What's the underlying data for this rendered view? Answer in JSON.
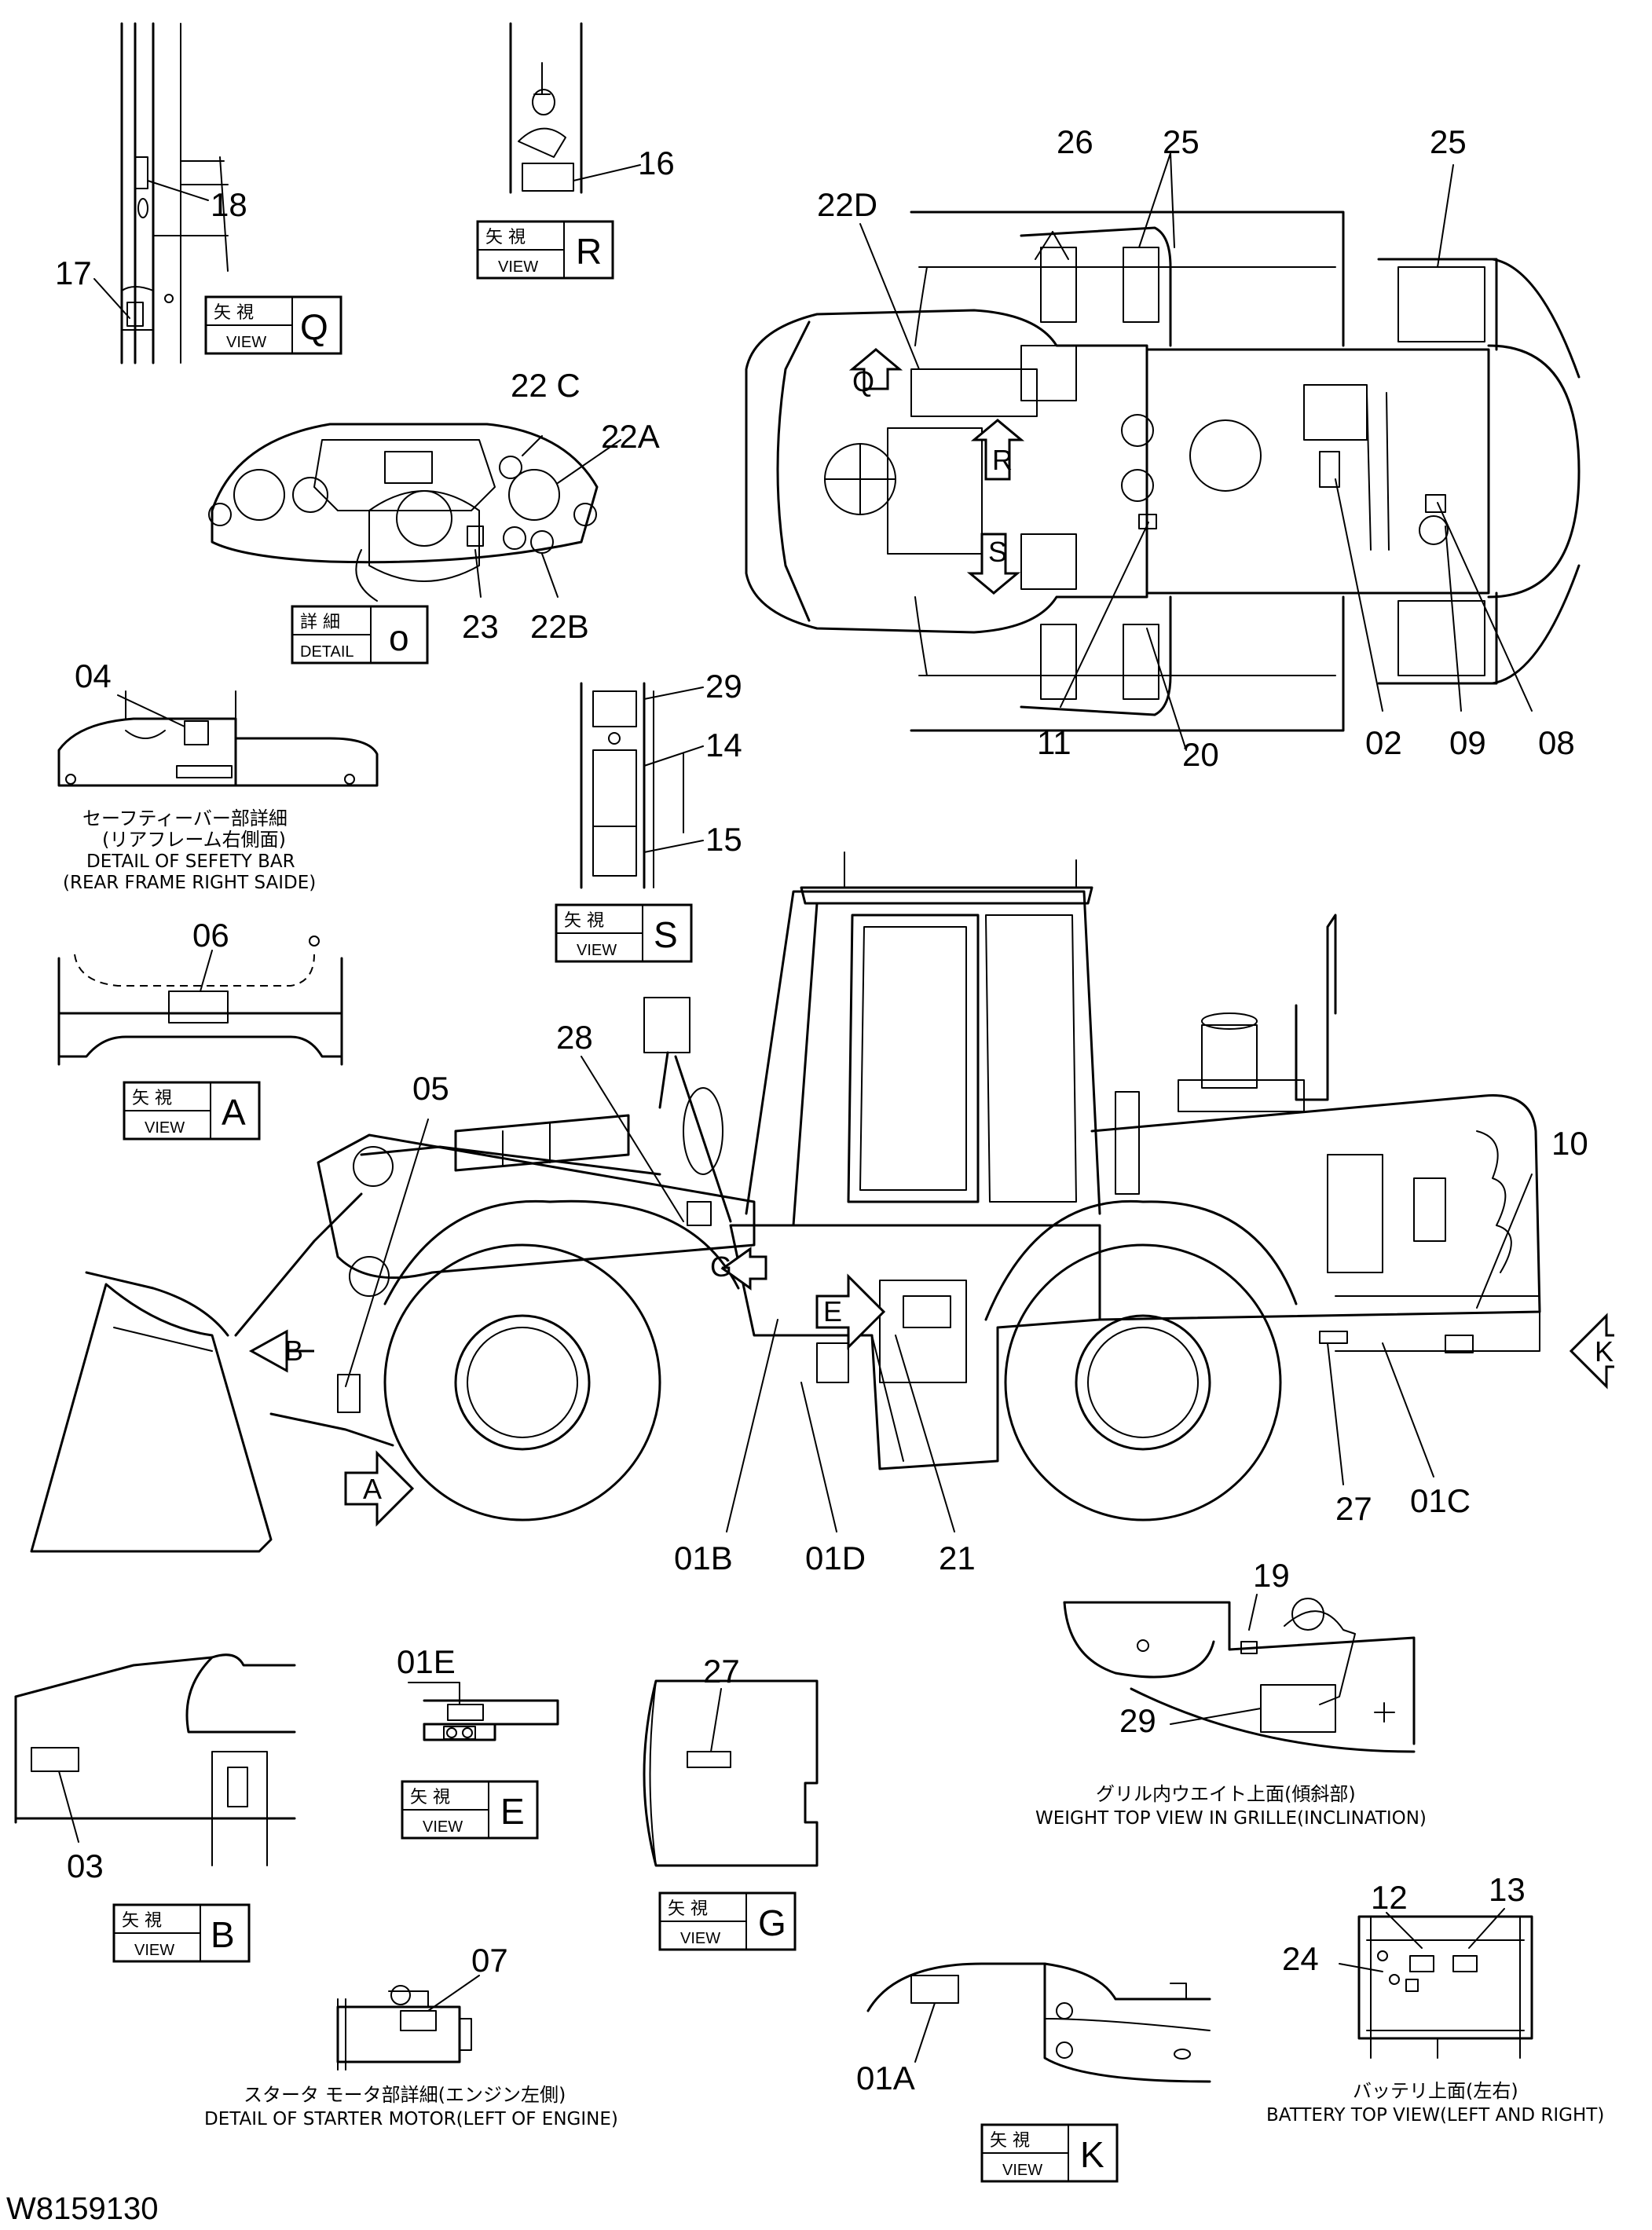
{
  "document_id": "W8159130",
  "part_labels": {
    "p01A": "01A",
    "p01B": "01B",
    "p01C": "01C",
    "p01D": "01D",
    "p01E": "01E",
    "p02": "02",
    "p03": "03",
    "p04": "04",
    "p05": "05",
    "p06": "06",
    "p07": "07",
    "p08": "08",
    "p09": "09",
    "p10": "10",
    "p11": "11",
    "p12": "12",
    "p13": "13",
    "p14": "14",
    "p15": "15",
    "p16": "16",
    "p17": "17",
    "p18": "18",
    "p19": "19",
    "p20": "20",
    "p21": "21",
    "p22A": "22A",
    "p22B": "22B",
    "p22C": "22 C",
    "p22D": "22D",
    "p23": "23",
    "p24": "24",
    "p25a": "25",
    "p25b": "25",
    "p26": "26",
    "p27a": "27",
    "p27b": "27",
    "p28": "28",
    "p29a": "29",
    "p29b": "29"
  },
  "view_boxes": {
    "jp_view": "矢 視",
    "jp_detail": "詳 細",
    "en_view": "VIEW",
    "en_detail": "DETAIL",
    "Q": "Q",
    "R": "R",
    "S": "S",
    "A": "A",
    "B": "B",
    "E": "E",
    "G": "G",
    "K": "K",
    "o": "o"
  },
  "arrow_letters": {
    "a_B": "B",
    "a_A": "A",
    "a_G": "G",
    "a_E": "E",
    "a_K": "K",
    "a_Q": "Q",
    "a_R": "R",
    "a_S": "S"
  },
  "captions": {
    "safety_bar_jp1": "セーフティーバー部詳細",
    "safety_bar_jp2": "(リアフレーム右側面)",
    "safety_bar_en1": "DETAIL OF SEFETY BAR",
    "safety_bar_en2": "(REAR FRAME RIGHT SAIDE)",
    "weight_jp": "グリル内ウエイト上面(傾斜部)",
    "weight_en": "WEIGHT TOP VIEW IN GRILLE(INCLINATION)",
    "starter_jp": "スタータ モータ部詳細(エンジン左側)",
    "starter_en": "DETAIL OF STARTER MOTOR(LEFT OF ENGINE)",
    "battery_jp": "バッテリ上面(左右)",
    "battery_en": "BATTERY TOP VIEW(LEFT AND RIGHT)"
  }
}
